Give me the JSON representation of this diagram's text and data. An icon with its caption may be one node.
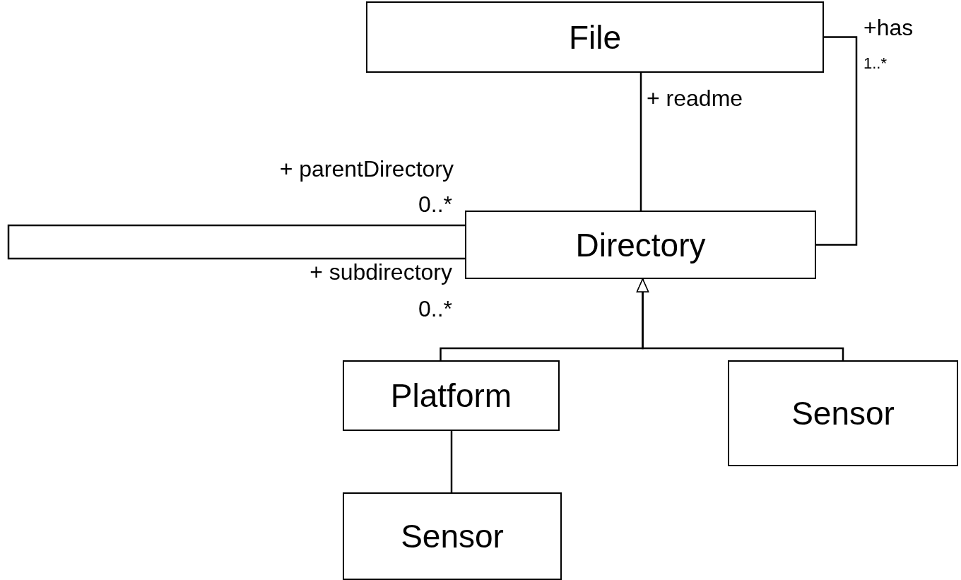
{
  "diagram": {
    "nodes": [
      {
        "text": [
          "File"
        ]
      },
      {
        "text": [
          "Directory"
        ]
      },
      {
        "text": [
          "Platform"
        ]
      },
      {
        "text": [
          "Sensor"
        ]
      },
      {
        "text": [
          "Sensor"
        ]
      }
    ],
    "edges": [
      {
        "from": 1,
        "to": 0,
        "arrow": "none"
      },
      {
        "from": 0,
        "to": 1,
        "arrow": "none"
      },
      {
        "from": 1,
        "to": 1,
        "arrow": "none"
      },
      {
        "from": 2,
        "to": 1,
        "arrow": "to"
      },
      {
        "from": 3,
        "to": 1,
        "arrow": "to"
      },
      {
        "from": 2,
        "to": 4,
        "arrow": "none"
      }
    ],
    "labels": [
      "+has",
      "1..*",
      "+ readme",
      "+ parentDirectory",
      "0..*",
      "+ subdirectory",
      "0..*"
    ]
  }
}
